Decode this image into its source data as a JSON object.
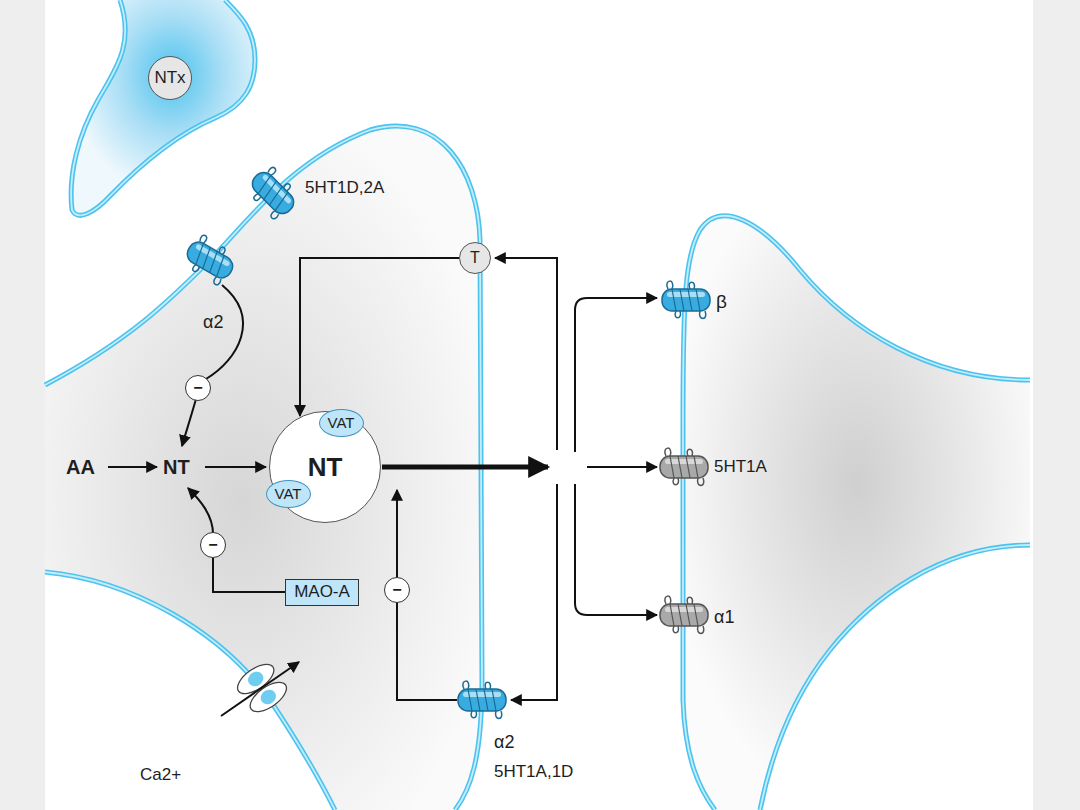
{
  "diagram": {
    "nodes": [
      {
        "text": [
          "NTx"
        ]
      },
      {
        "text": [
          "T"
        ]
      },
      {
        "text": [
          "NT"
        ]
      },
      {
        "text": [
          "VAT"
        ],
        "in": 2
      },
      {
        "text": [
          "VAT"
        ],
        "in": 2
      },
      {
        "text": [
          "MAO-A"
        ]
      },
      {
        "text": [
          "−"
        ]
      },
      {
        "text": [
          "−"
        ]
      },
      {
        "text": [
          "−"
        ]
      }
    ],
    "edges": [
      {
        "from": 1,
        "to": 2,
        "arrow": "to"
      },
      {
        "from": 5,
        "to": 7,
        "arrow": "none"
      }
    ],
    "labels": [
      "5HT1D,2A",
      "α2",
      "AA",
      "NT",
      "β",
      "5HT1A",
      "α1",
      "Ca2+",
      "α2",
      "5HT1A,1D"
    ]
  }
}
